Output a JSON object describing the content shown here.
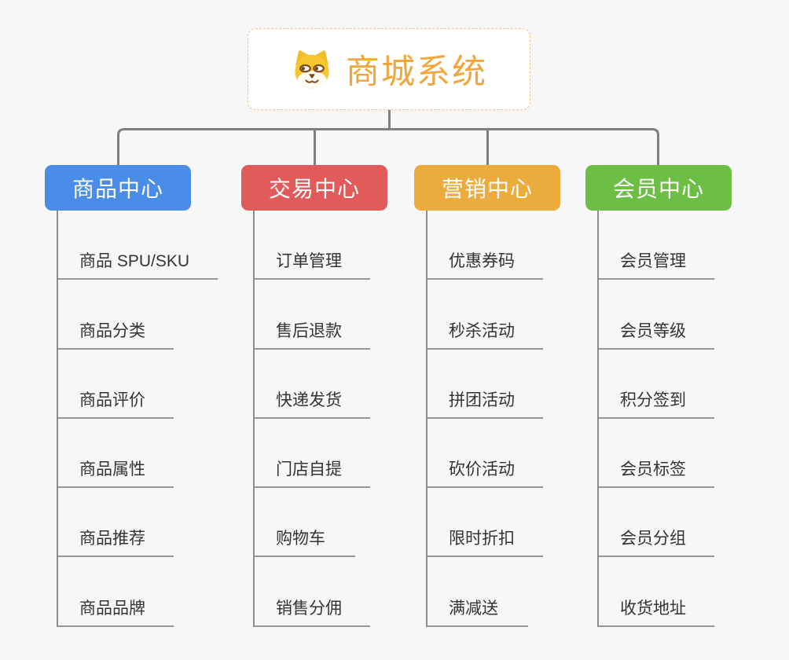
{
  "root": {
    "label": "商城系统",
    "icon": "shiba-dog-icon",
    "text_color": "#f0a63e",
    "border_color": "#f3c57e"
  },
  "connector_color": "#7f7f7f",
  "branches": [
    {
      "label": "商品中心",
      "color": "#4a8de8",
      "children": [
        "商品 SPU/SKU",
        "商品分类",
        "商品评价",
        "商品属性",
        "商品推荐",
        "商品品牌"
      ]
    },
    {
      "label": "交易中心",
      "color": "#e25b5b",
      "children": [
        "订单管理",
        "售后退款",
        "快递发货",
        "门店自提",
        "购物车",
        "销售分佣"
      ]
    },
    {
      "label": "营销中心",
      "color": "#ebac3d",
      "children": [
        "优惠券码",
        "秒杀活动",
        "拼团活动",
        "砍价活动",
        "限时折扣",
        "满减送"
      ]
    },
    {
      "label": "会员中心",
      "color": "#6dbe45",
      "children": [
        "会员管理",
        "会员等级",
        "积分签到",
        "会员标签",
        "会员分组",
        "收货地址"
      ]
    }
  ]
}
